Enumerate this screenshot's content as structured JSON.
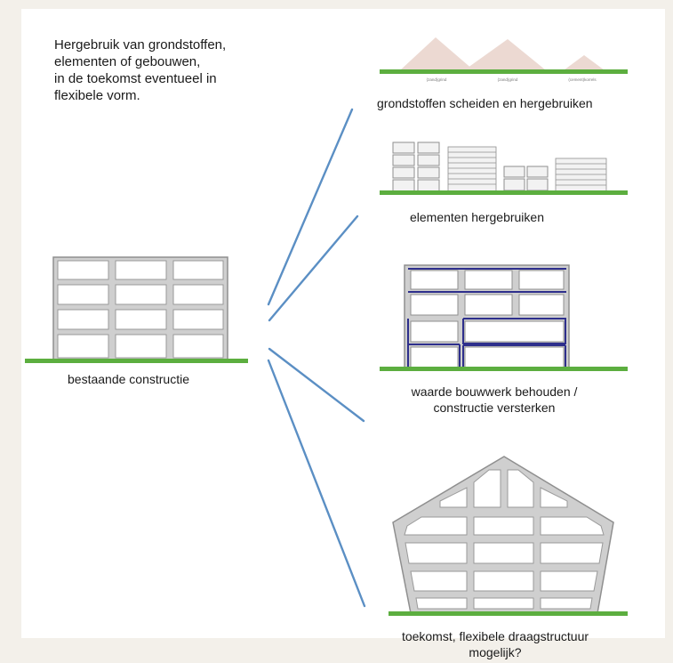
{
  "intro": {
    "lines": [
      "Hergebruik van grondstoffen,",
      "elementen of gebouwen,",
      "in de toekomst eventueel in",
      "flexibele vorm."
    ]
  },
  "existing": {
    "label": "bestaande constructie"
  },
  "options": [
    {
      "label": "grondstoffen scheiden en hergebruiken",
      "pile_labels": [
        "(zand)grind",
        "(zand)grind",
        "(cement)korrels"
      ]
    },
    {
      "label": "elementen hergebruiken"
    },
    {
      "label_lines": [
        "waarde bouwwerk behouden /",
        "constructie versterken"
      ]
    },
    {
      "label_lines": [
        "toekomst, flexibele draagstructuur",
        "mogelijk?"
      ]
    }
  ],
  "colors": {
    "background": "#f3f0ea",
    "panel": "#ffffff",
    "ground": "#5cae3f",
    "connector": "#5b8fc4",
    "frame": "#cfcfcf",
    "frame_stroke": "#8f8f8f",
    "reinforcement": "#2e2f8c",
    "mound": "#ecd9d2"
  }
}
